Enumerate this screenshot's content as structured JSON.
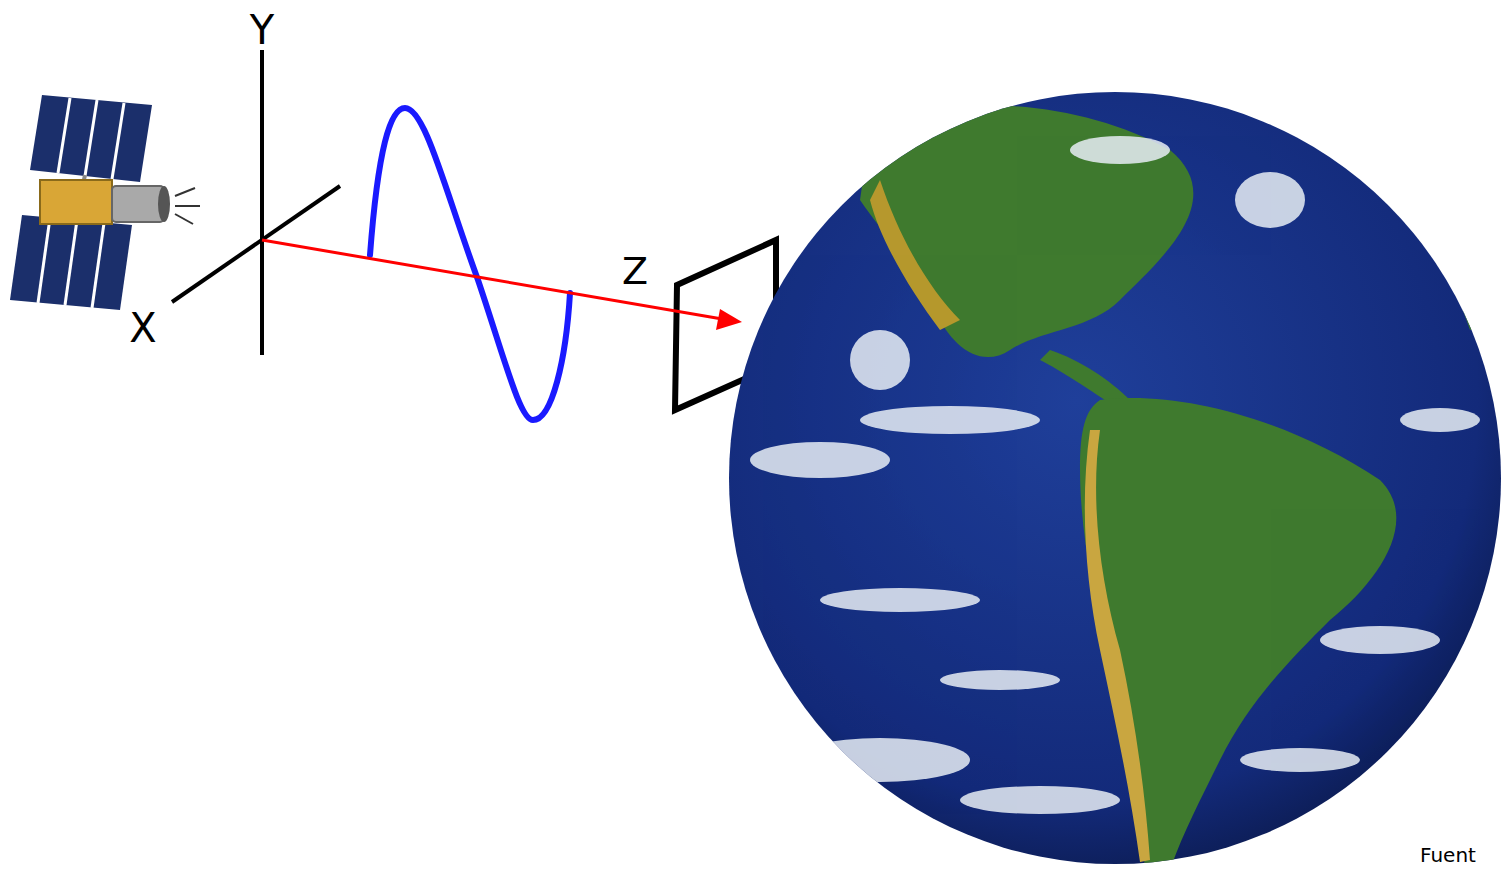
{
  "diagram": {
    "labels": [
      "Y",
      "X",
      "Z",
      "Fuent"
    ]
  }
}
